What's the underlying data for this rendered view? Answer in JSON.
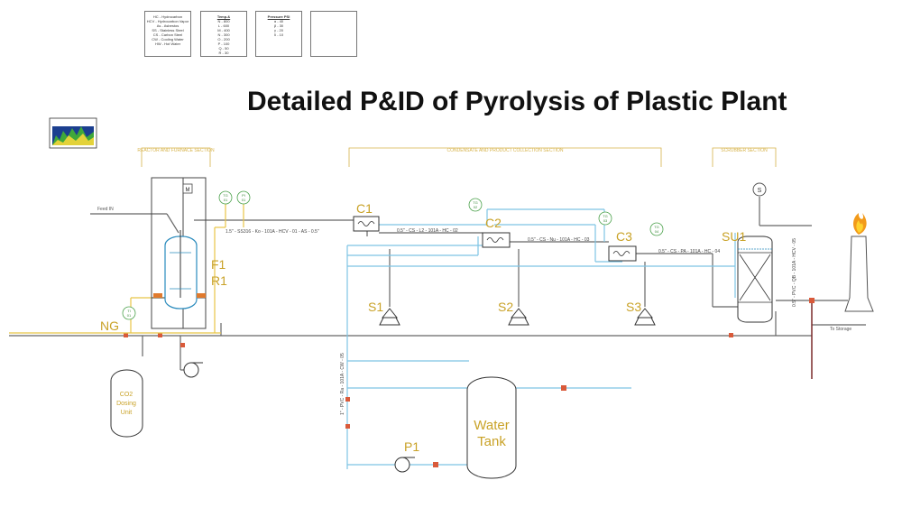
{
  "title": "Detailed P&ID of Pyrolysis of Plastic Plant",
  "legend": {
    "abbreviations": [
      "HC - Hydrocarbon",
      "HCV - Hydrocarbon Vapor",
      "As - Asbestos",
      "SS - Stainless Steel",
      "CS - Carbon Steel",
      "CW - Cooling Water",
      "HW - Hot Water"
    ],
    "temperature": {
      "heading": "Temp.&",
      "items": [
        "N - 800",
        "L - 600",
        "M - 400",
        "N - 300",
        "O - 200",
        "P - 100",
        "Q - 50",
        "R - 30"
      ]
    },
    "pressure": {
      "heading": "Pressure PSI",
      "items": [
        "α - 40",
        "β - 30",
        "γ - 20",
        "δ - 10"
      ]
    }
  },
  "sections": {
    "reactor": "REACTOR AND FURNACE SECTION",
    "condensers": "CONDENSATE AND PRODUCT COLLECTION SECTION",
    "scrubber": "SCRUBBER SECTION"
  },
  "equipment": {
    "c1": "C1",
    "c2": "C2",
    "c3": "C3",
    "s1": "S1",
    "s2": "S2",
    "s3": "S3",
    "f1": "F1",
    "r1": "R1",
    "ng": "NG",
    "su1": "SU1",
    "p1": "P1",
    "water_tank_line1": "Water",
    "water_tank_line2": "Tank",
    "co2_line1": "CO2",
    "co2_line2": "Dosing",
    "co2_line3": "Unit"
  },
  "instruments": {
    "tg1": "TG",
    "tg1_num": "01",
    "pi1": "PI",
    "pi1_num": "01",
    "tg2": "TG",
    "tg2_num": "02",
    "tg3": "TG",
    "tg3_num": "03",
    "tg4": "TG",
    "tg4_num": "04",
    "ti1": "TI",
    "ti1_num": "01",
    "motor": "M",
    "sensor": "S"
  },
  "line_labels": {
    "feed_in": "Feed IN",
    "to_storage": "To Storage",
    "line1": "1.5\" - SS316 - Ko - 101A - HCV - 01 - AS - 0.5\"",
    "line2": "0.5\" - CS - L2 - 101A - HC - 02",
    "line3": "0.5\" - CS - Nu - 101A - HC - 03",
    "line4": "0.5\" - CS - PA - 101A - HC - 04",
    "vertical_left": "1\" - PVC - Ra - 101A - CW - 05",
    "vertical_right": "0.5\" - PVC - QB - 101A - HCV - 05"
  }
}
